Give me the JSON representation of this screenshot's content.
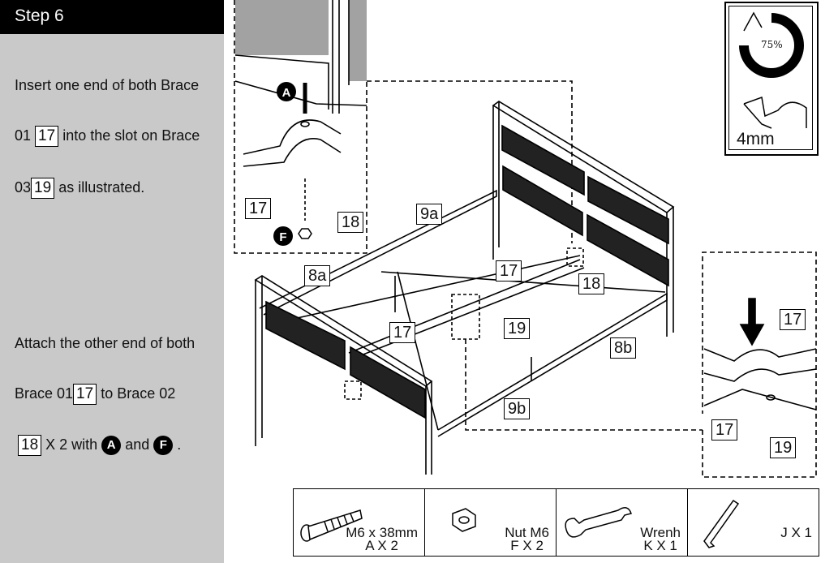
{
  "step": {
    "title": "Step 6"
  },
  "instructions": {
    "line1": "Insert one end of both Brace",
    "line2_pre": "01",
    "line2_box": "17",
    "line2_post": "into the slot on Brace",
    "line3_pre": "03",
    "line3_box": "19",
    "line3_post": "as illustrated.",
    "line4": "Attach the other end of both",
    "line5_pre": "Brace 01",
    "line5_box": "17",
    "line5_post": "to Brace 02",
    "line6_box": "18",
    "line6_mid": "X 2 with",
    "line6_a": "A",
    "line6_and": "and",
    "line6_f": "F",
    "line6_end": "."
  },
  "tool_info": {
    "percent": "75%",
    "size": "4mm"
  },
  "detail_top": {
    "labels": [
      "17",
      "18"
    ],
    "marker_a": "A",
    "marker_f": "F"
  },
  "detail_right": {
    "labels": [
      "17",
      "17",
      "19"
    ]
  },
  "main_labels": {
    "a9": "9a",
    "a8": "8a",
    "b8": "8b",
    "b9": "9b",
    "brace17_top": "17",
    "brace17_left": "17",
    "brace18": "18",
    "brace19": "19"
  },
  "parts": [
    {
      "name": "M6 x 38mm",
      "qty": "A X 2",
      "icon": "bolt-icon"
    },
    {
      "name": "Nut M6",
      "qty": "F X 2",
      "icon": "nut-icon"
    },
    {
      "name": "Wrenh",
      "qty": "K X 1",
      "icon": "wrench-icon"
    },
    {
      "name": "",
      "qty": "J X 1",
      "icon": "allen-key-icon"
    }
  ]
}
